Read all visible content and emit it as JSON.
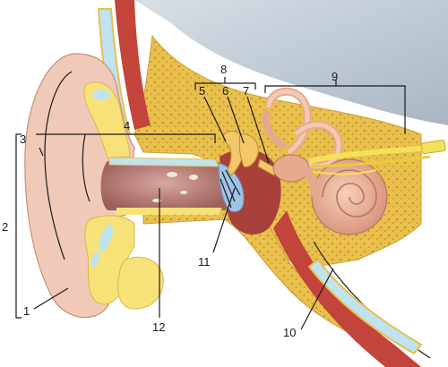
{
  "labels": {
    "l1": "1",
    "l2": "2",
    "l3": "3",
    "l4": "4",
    "l5": "5",
    "l6": "6",
    "l7": "7",
    "l8": "8",
    "l9": "9",
    "l10": "10",
    "l11": "11",
    "l12": "12"
  },
  "colors": {
    "skin": "#f0c9b8",
    "skin_shade": "#d9a491",
    "cartilage": "#f7e27a",
    "bone": "#e9c04c",
    "bone_dot": "#b8902a",
    "fluid_blue": "#bfe3ef",
    "muscle": "#c2443a",
    "canal": "#c98b86",
    "tympanic": "#9ec3e6",
    "nerve": "#f5e05a",
    "background": "#ffffff"
  }
}
